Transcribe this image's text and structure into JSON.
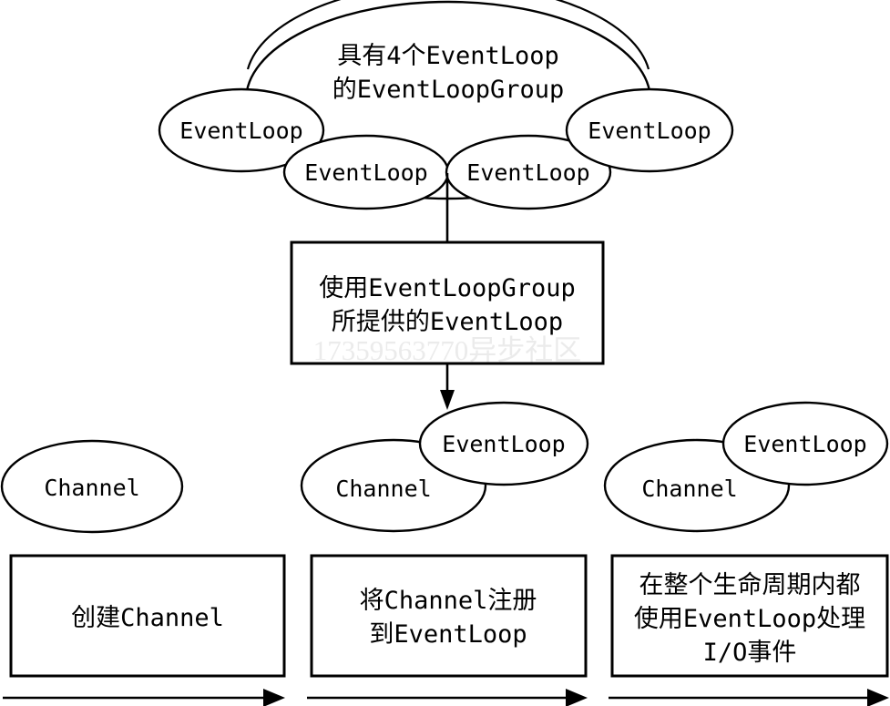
{
  "diagram": {
    "type": "flow-diagram",
    "title_text": "",
    "colors": {
      "stroke": "#000000",
      "fill": "#ffffff",
      "watermark": "#ebebeb"
    },
    "group_cloud": {
      "label_line1": "具有4个EventLoop",
      "label_line2": "的EventLoopGroup",
      "event_loops": [
        {
          "label": "EventLoop"
        },
        {
          "label": "EventLoop"
        },
        {
          "label": "EventLoop"
        },
        {
          "label": "EventLoop"
        }
      ]
    },
    "middle_box": {
      "line1": "使用EventLoopGroup",
      "line2": "所提供的EventLoop",
      "watermark": "17359563770异步社区"
    },
    "columns": [
      {
        "ellipses": [
          {
            "label": "Channel"
          }
        ],
        "box_lines": [
          "创建Channel"
        ],
        "arrow_label": ""
      },
      {
        "ellipses": [
          {
            "label": "Channel"
          },
          {
            "label": "EventLoop"
          }
        ],
        "box_lines": [
          "将Channel注册",
          "到EventLoop"
        ],
        "arrow_label": ""
      },
      {
        "ellipses": [
          {
            "label": "Channel"
          },
          {
            "label": "EventLoop"
          }
        ],
        "box_lines": [
          "在整个生命周期内都",
          "使用EventLoop处理",
          "I/O事件"
        ],
        "arrow_label": ""
      }
    ]
  }
}
